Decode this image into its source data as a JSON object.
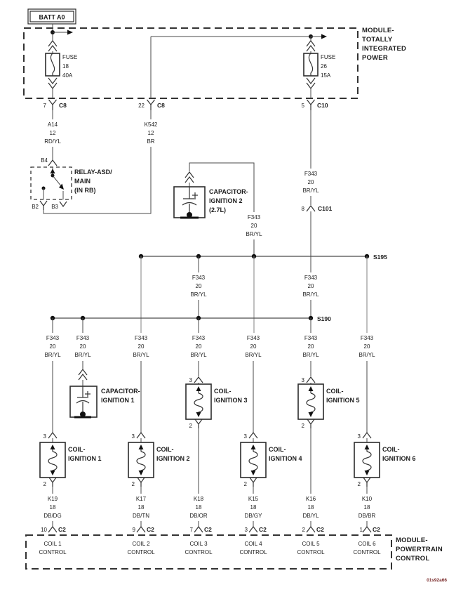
{
  "title_block": {
    "batt": "BATT A0",
    "footer_code": "01s92a66"
  },
  "tipm": {
    "label": [
      "MODULE-",
      "TOTALLY",
      "INTEGRATED",
      "POWER"
    ],
    "fuse1": {
      "name": "FUSE",
      "cavity": "18",
      "rating": "40A"
    },
    "fuse2": {
      "name": "FUSE",
      "cavity": "26",
      "rating": "15A"
    },
    "conn1": {
      "pin": "7",
      "name": "C8"
    },
    "conn2": {
      "pin": "22",
      "name": "C8"
    },
    "conn3": {
      "pin": "5",
      "name": "C10"
    }
  },
  "relay": {
    "label": [
      "RELAY-ASD/",
      "MAIN",
      "(IN RB)"
    ],
    "pin_top": "B4",
    "pin_bl": "B2",
    "pin_br": "B3"
  },
  "wires": {
    "a14": [
      "A14",
      "12",
      "RD/YL"
    ],
    "k542": [
      "K542",
      "12",
      "BR"
    ],
    "f343": [
      "F343",
      "20",
      "BR/YL"
    ]
  },
  "c101": {
    "pin": "8",
    "name": "C101"
  },
  "splices": {
    "s195": "S195",
    "s190": "S190"
  },
  "cap2": {
    "label": [
      "CAPACITOR-",
      "IGNITION 2",
      "(2.7L)"
    ]
  },
  "cap1": {
    "label": [
      "CAPACITOR-",
      "IGNITION 1"
    ]
  },
  "coils": [
    {
      "label": [
        "COIL-",
        "IGNITION 1"
      ],
      "pin_top": "3",
      "pin_bot": "2",
      "wire": [
        "K19",
        "18",
        "DB/DG"
      ],
      "conn_pin": "10",
      "conn_name": "C2",
      "control": [
        "COIL 1",
        "CONTROL"
      ]
    },
    {
      "label": [
        "COIL-",
        "IGNITION 2"
      ],
      "pin_top": "3",
      "pin_bot": "2",
      "wire": [
        "K17",
        "18",
        "DB/TN"
      ],
      "conn_pin": "9",
      "conn_name": "C2",
      "control": [
        "COIL 2",
        "CONTROL"
      ]
    },
    {
      "label": [
        "COIL-",
        "IGNITION 3"
      ],
      "pin_top": "3",
      "pin_bot": "2",
      "wire": [
        "K18",
        "18",
        "DB/OR"
      ],
      "conn_pin": "7",
      "conn_name": "C2",
      "control": [
        "COIL 3",
        "CONTROL"
      ]
    },
    {
      "label": [
        "COIL-",
        "IGNITION 4"
      ],
      "pin_top": "3",
      "pin_bot": "2",
      "wire": [
        "K15",
        "18",
        "DB/GY"
      ],
      "conn_pin": "3",
      "conn_name": "C2",
      "control": [
        "COIL 4",
        "CONTROL"
      ]
    },
    {
      "label": [
        "COIL-",
        "IGNITION 5"
      ],
      "pin_top": "3",
      "pin_bot": "2",
      "wire": [
        "K16",
        "18",
        "DB/YL"
      ],
      "conn_pin": "2",
      "conn_name": "C2",
      "control": [
        "COIL 5",
        "CONTROL"
      ]
    },
    {
      "label": [
        "COIL-",
        "IGNITION 6"
      ],
      "pin_top": "3",
      "pin_bot": "2",
      "wire": [
        "K10",
        "18",
        "DB/BR"
      ],
      "conn_pin": "1",
      "conn_name": "C2",
      "control": [
        "COIL 6",
        "CONTROL"
      ]
    }
  ],
  "pcm": {
    "label": [
      "MODULE-",
      "POWERTRAIN",
      "CONTROL"
    ]
  }
}
